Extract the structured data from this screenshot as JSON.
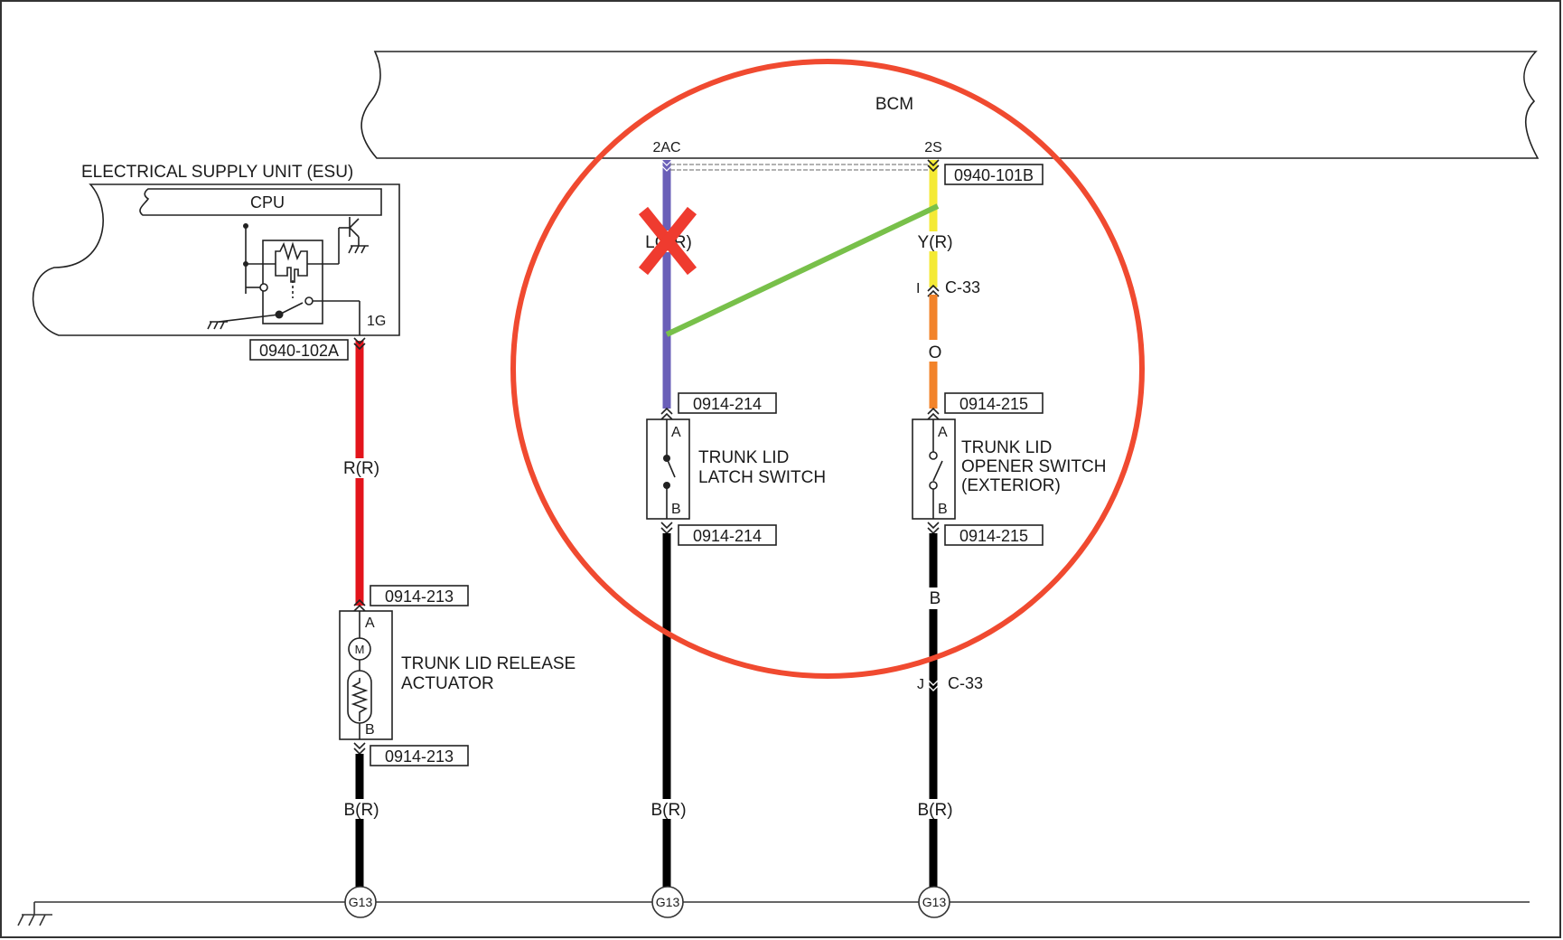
{
  "modules": {
    "bcm": "BCM",
    "esu": {
      "title": "ELECTRICAL SUPPLY UNIT (ESU)",
      "cpu": "CPU",
      "pin": "1G"
    }
  },
  "bcm_pins": {
    "left": "2AC",
    "right": "2S"
  },
  "connectors": {
    "esu_out": "0940-102A",
    "bcm_right": "0940-101B",
    "actuator_top": "0914-213",
    "actuator_bottom": "0914-213",
    "latch_top": "0914-214",
    "latch_bottom": "0914-214",
    "opener_top": "0914-215",
    "opener_bottom": "0914-215"
  },
  "wires": {
    "esu_wire": "R(R)",
    "latch_wire": "LG(R)",
    "opener_wire_top": "Y(R)",
    "opener_wire_mid": "O",
    "opener_wire_lower": "B",
    "ground_left": "B(R)",
    "ground_mid": "B(R)",
    "ground_right": "B(R)"
  },
  "joints": {
    "c33_upper_pin": "I",
    "c33_upper": "C-33",
    "c33_lower_pin": "J",
    "c33_lower": "C-33"
  },
  "components": {
    "actuator": {
      "line1": "TRUNK LID RELEASE",
      "line2": "ACTUATOR",
      "pin_a": "A",
      "pin_b": "B",
      "motor": "M"
    },
    "latch": {
      "line1": "TRUNK LID",
      "line2": "LATCH SWITCH",
      "pin_a": "A",
      "pin_b": "B"
    },
    "opener": {
      "line1": "TRUNK LID",
      "line2": "OPENER SWITCH",
      "line3": "(EXTERIOR)",
      "pin_a": "A",
      "pin_b": "B"
    }
  },
  "grounds": {
    "left": "G13",
    "mid": "G13",
    "right": "G13"
  },
  "colors": {
    "wire_red": "#e3141b",
    "wire_lightgreen_latch": "#6a5fb8",
    "wire_yellow": "#f4ea35",
    "wire_orange": "#f2832a",
    "wire_black": "#000000",
    "annotation_circle": "#f04a30",
    "annotation_x": "#ef3b2f",
    "annotation_jumper": "#78c04a"
  }
}
